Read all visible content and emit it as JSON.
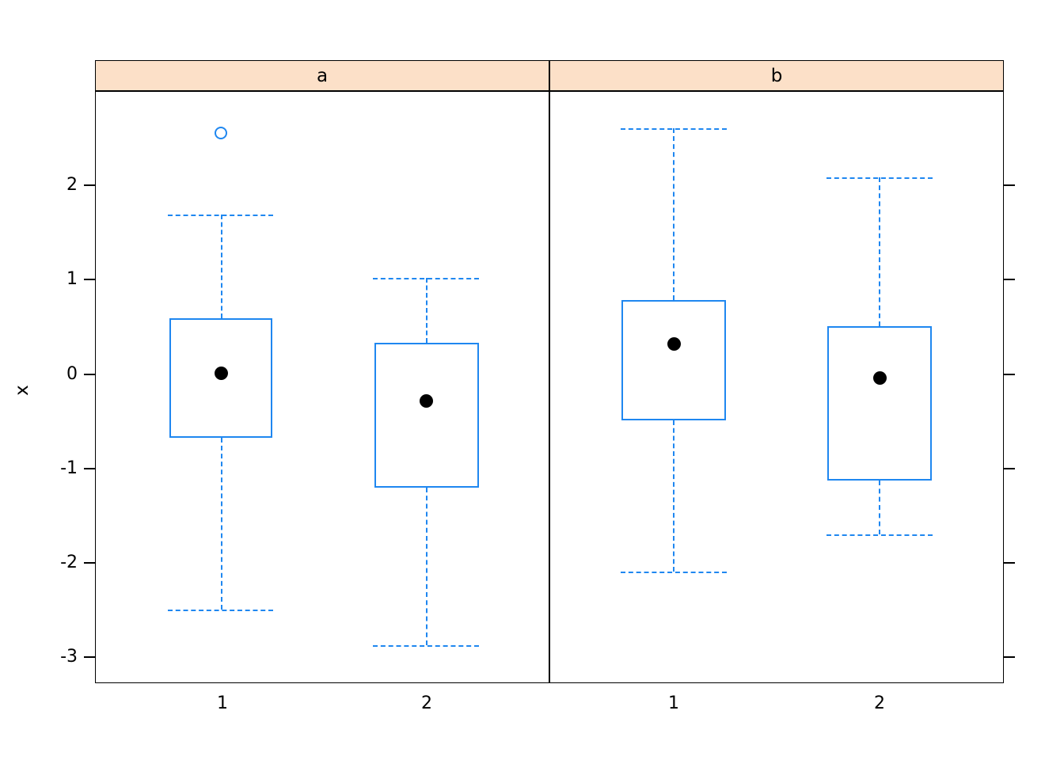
{
  "chart_data": {
    "type": "box",
    "title": "",
    "xlabel": "",
    "ylabel": "x",
    "ylim": [
      -3.25,
      2.95
    ],
    "yticks": [
      2,
      1,
      0,
      -1,
      -2,
      -3
    ],
    "ytick_labels": [
      "2",
      "1",
      "0",
      "-1",
      "-2",
      "-3"
    ],
    "grid": false,
    "legend": null,
    "panel_variable": "",
    "panels": [
      {
        "label": "a",
        "groups": [
          {
            "label": "1",
            "lower_whisker": -2.5,
            "q1": -0.67,
            "median": null,
            "q3": 0.6,
            "upper_whisker": 1.7,
            "mean": 0.01,
            "outliers": [
              2.56
            ]
          },
          {
            "label": "2",
            "lower_whisker": -2.87,
            "q1": -1.2,
            "median": null,
            "q3": 0.34,
            "upper_whisker": 1.03,
            "mean": -0.28,
            "outliers": []
          }
        ]
      },
      {
        "label": "b",
        "groups": [
          {
            "label": "1",
            "lower_whisker": -2.09,
            "q1": -0.49,
            "median": null,
            "q3": 0.79,
            "upper_whisker": 2.61,
            "mean": 0.33,
            "outliers": []
          },
          {
            "label": "2",
            "lower_whisker": -1.7,
            "q1": -1.13,
            "median": null,
            "q3": 0.51,
            "upper_whisker": 2.09,
            "mean": -0.03,
            "outliers": []
          }
        ]
      }
    ],
    "colors": {
      "box_stroke": "#1f87f0",
      "whisker": "#1f87f0",
      "mean_point": "#000000",
      "outlier_stroke": "#1f87f0",
      "strip_background": "#fce0c8",
      "frame": "#000000",
      "background": "#ffffff"
    }
  },
  "axes": {
    "y_label": "x",
    "y_tick_labels": [
      "2",
      "1",
      "0",
      "-1",
      "-2",
      "-3"
    ],
    "x_tick_labels_panel_a": [
      "1",
      "2"
    ],
    "x_tick_labels_panel_b": [
      "1",
      "2"
    ]
  },
  "strips": {
    "left": "a",
    "right": "b"
  }
}
